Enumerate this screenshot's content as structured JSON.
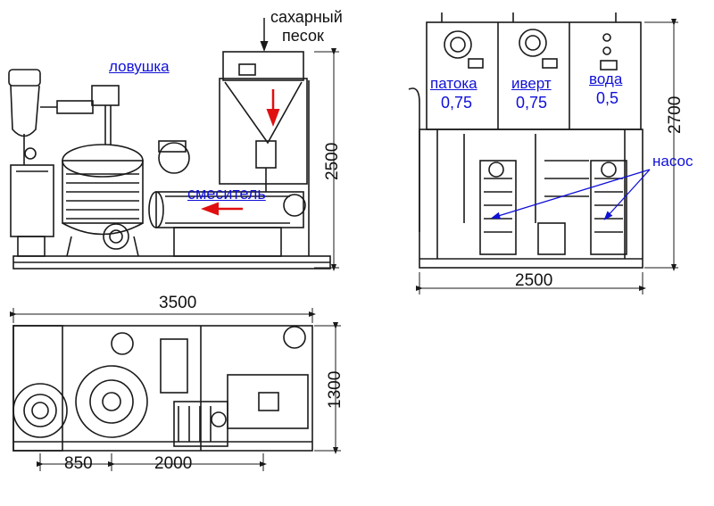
{
  "labels": {
    "sugar_line1": "сахарный",
    "sugar_line2": "песок",
    "trap": "ловушка",
    "mixer": "смеситель",
    "molasses": "патока",
    "molasses_val": "0,75",
    "invert": "иверт",
    "invert_val": "0,75",
    "water": "вода",
    "water_val": "0,5",
    "pump": "насос"
  },
  "dimensions": {
    "side_height": "2500",
    "front_height": "2700",
    "front_width": "2500",
    "plan_length": "3500",
    "plan_depth": "1300",
    "plan_seg1": "850",
    "plan_seg2": "2000"
  },
  "colors": {
    "line": "#1a1a1a",
    "label_blue": "#1010d8",
    "arrow_red": "#e01010"
  }
}
